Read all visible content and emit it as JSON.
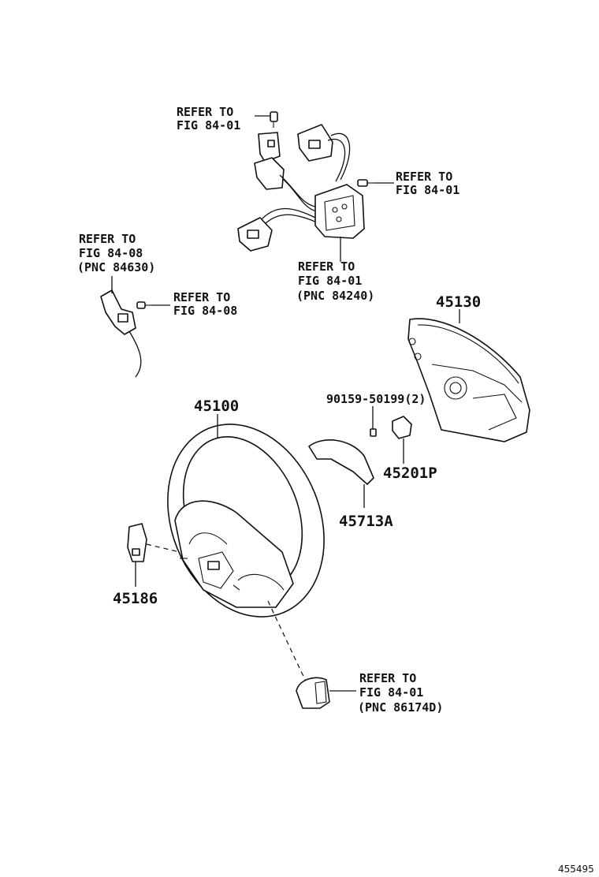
{
  "labels": {
    "ref_top_left": [
      "REFER TO",
      "FIG 84-01"
    ],
    "ref_top_right": [
      "REFER TO",
      "FIG 84-01"
    ],
    "ref_harness": [
      "REFER TO",
      "FIG 84-01",
      "(PNC 84240)"
    ],
    "ref_left_part": [
      "REFER TO",
      "FIG 84-08",
      "(PNC 84630)"
    ],
    "ref_left_screw": [
      "REFER TO",
      "FIG 84-08"
    ],
    "ref_bottom": [
      "REFER TO",
      "FIG 84-01",
      "(PNC 86174D)"
    ],
    "part_45130": "45130",
    "part_bolt": "90159-50199(2)",
    "part_45100": "45100",
    "part_45201P": "45201P",
    "part_45713A": "45713A",
    "part_45186": "45186",
    "figure_id": "455495"
  }
}
